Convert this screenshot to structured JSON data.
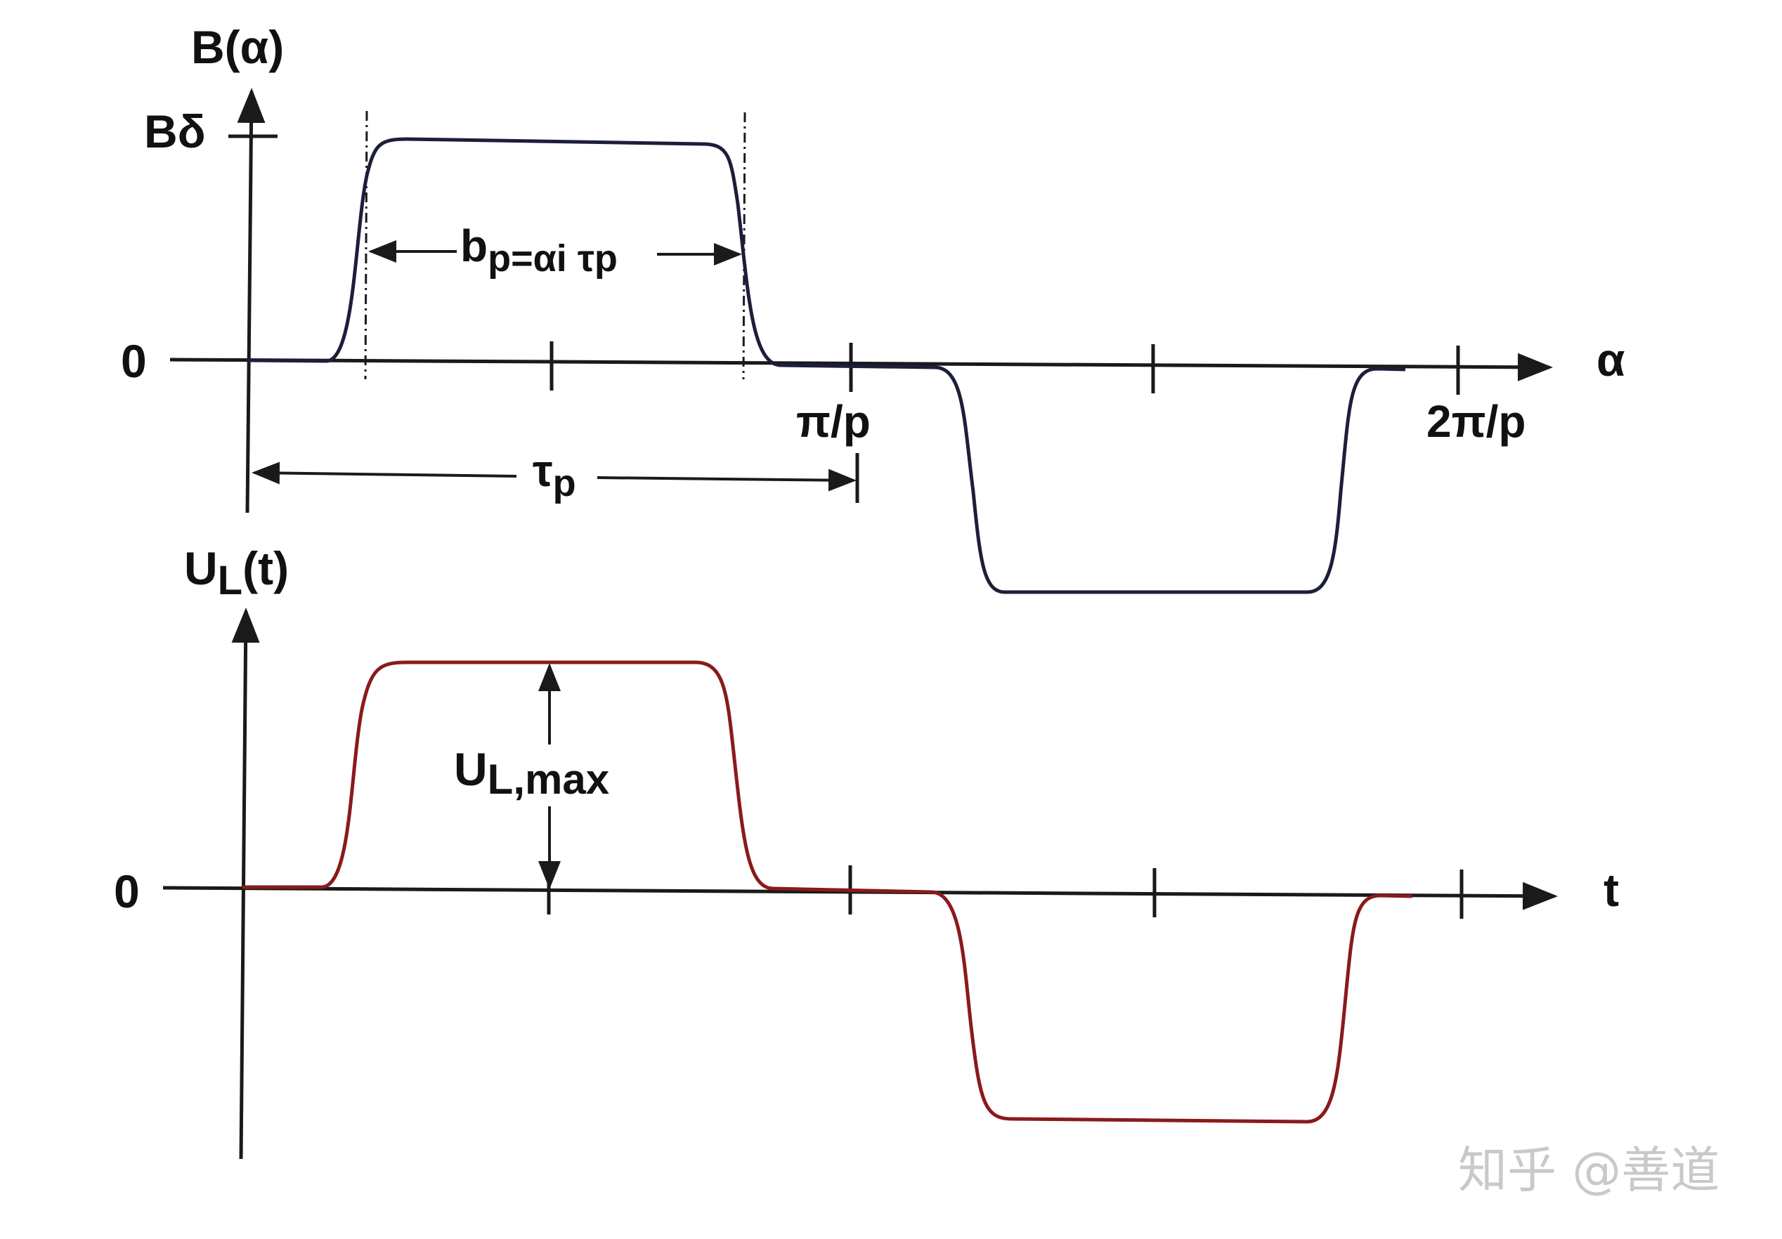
{
  "top_plot": {
    "y_label": "B(α)",
    "b_delta": "Bδ",
    "zero": "0",
    "x_label": "α",
    "tick_pi_p": "π/p",
    "tick_2pi_p": "2π/p",
    "bp_main": "b",
    "bp_sub": "p=αi τp",
    "tau_main": "τ",
    "tau_sub": "p"
  },
  "bottom_plot": {
    "y_label_main": "U",
    "y_label_sub": "L",
    "y_label_tail": "(t)",
    "zero": "0",
    "x_label": "t",
    "amp_main": "U",
    "amp_sub": "L,max"
  },
  "watermark": "知乎 @善道",
  "colors": {
    "top_curve": "#1c1f3a",
    "bottom_curve": "#8b1a1a"
  }
}
